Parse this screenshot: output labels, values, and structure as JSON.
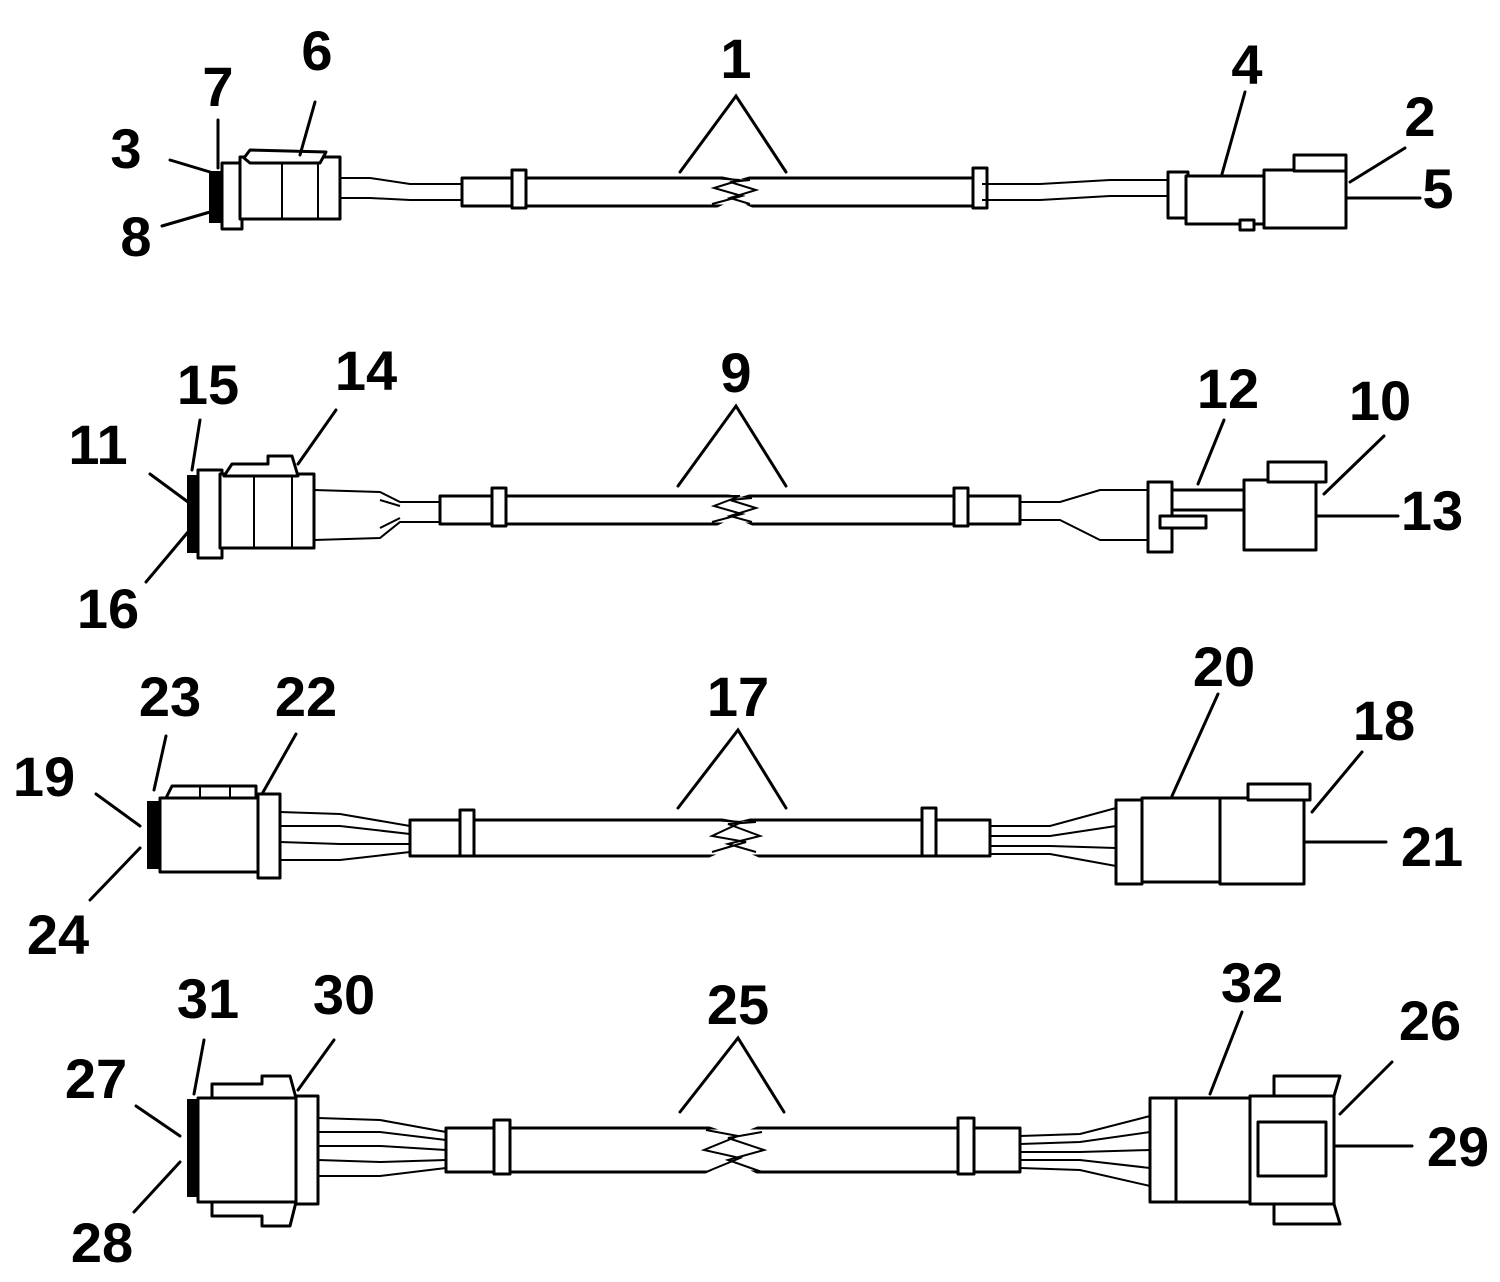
{
  "callouts": {
    "h1": {
      "1": "1",
      "2": "2",
      "3": "3",
      "4": "4",
      "5": "5",
      "6": "6",
      "7": "7",
      "8": "8"
    },
    "h2": {
      "9": "9",
      "10": "10",
      "11": "11",
      "12": "12",
      "13": "13",
      "14": "14",
      "15": "15",
      "16": "16"
    },
    "h3": {
      "17": "17",
      "18": "18",
      "19": "19",
      "20": "20",
      "21": "21",
      "22": "22",
      "23": "23",
      "24": "24"
    },
    "h4": {
      "25": "25",
      "26": "26",
      "27": "27",
      "28": "28",
      "29": "29",
      "30": "30",
      "31": "31",
      "32": "32"
    }
  }
}
